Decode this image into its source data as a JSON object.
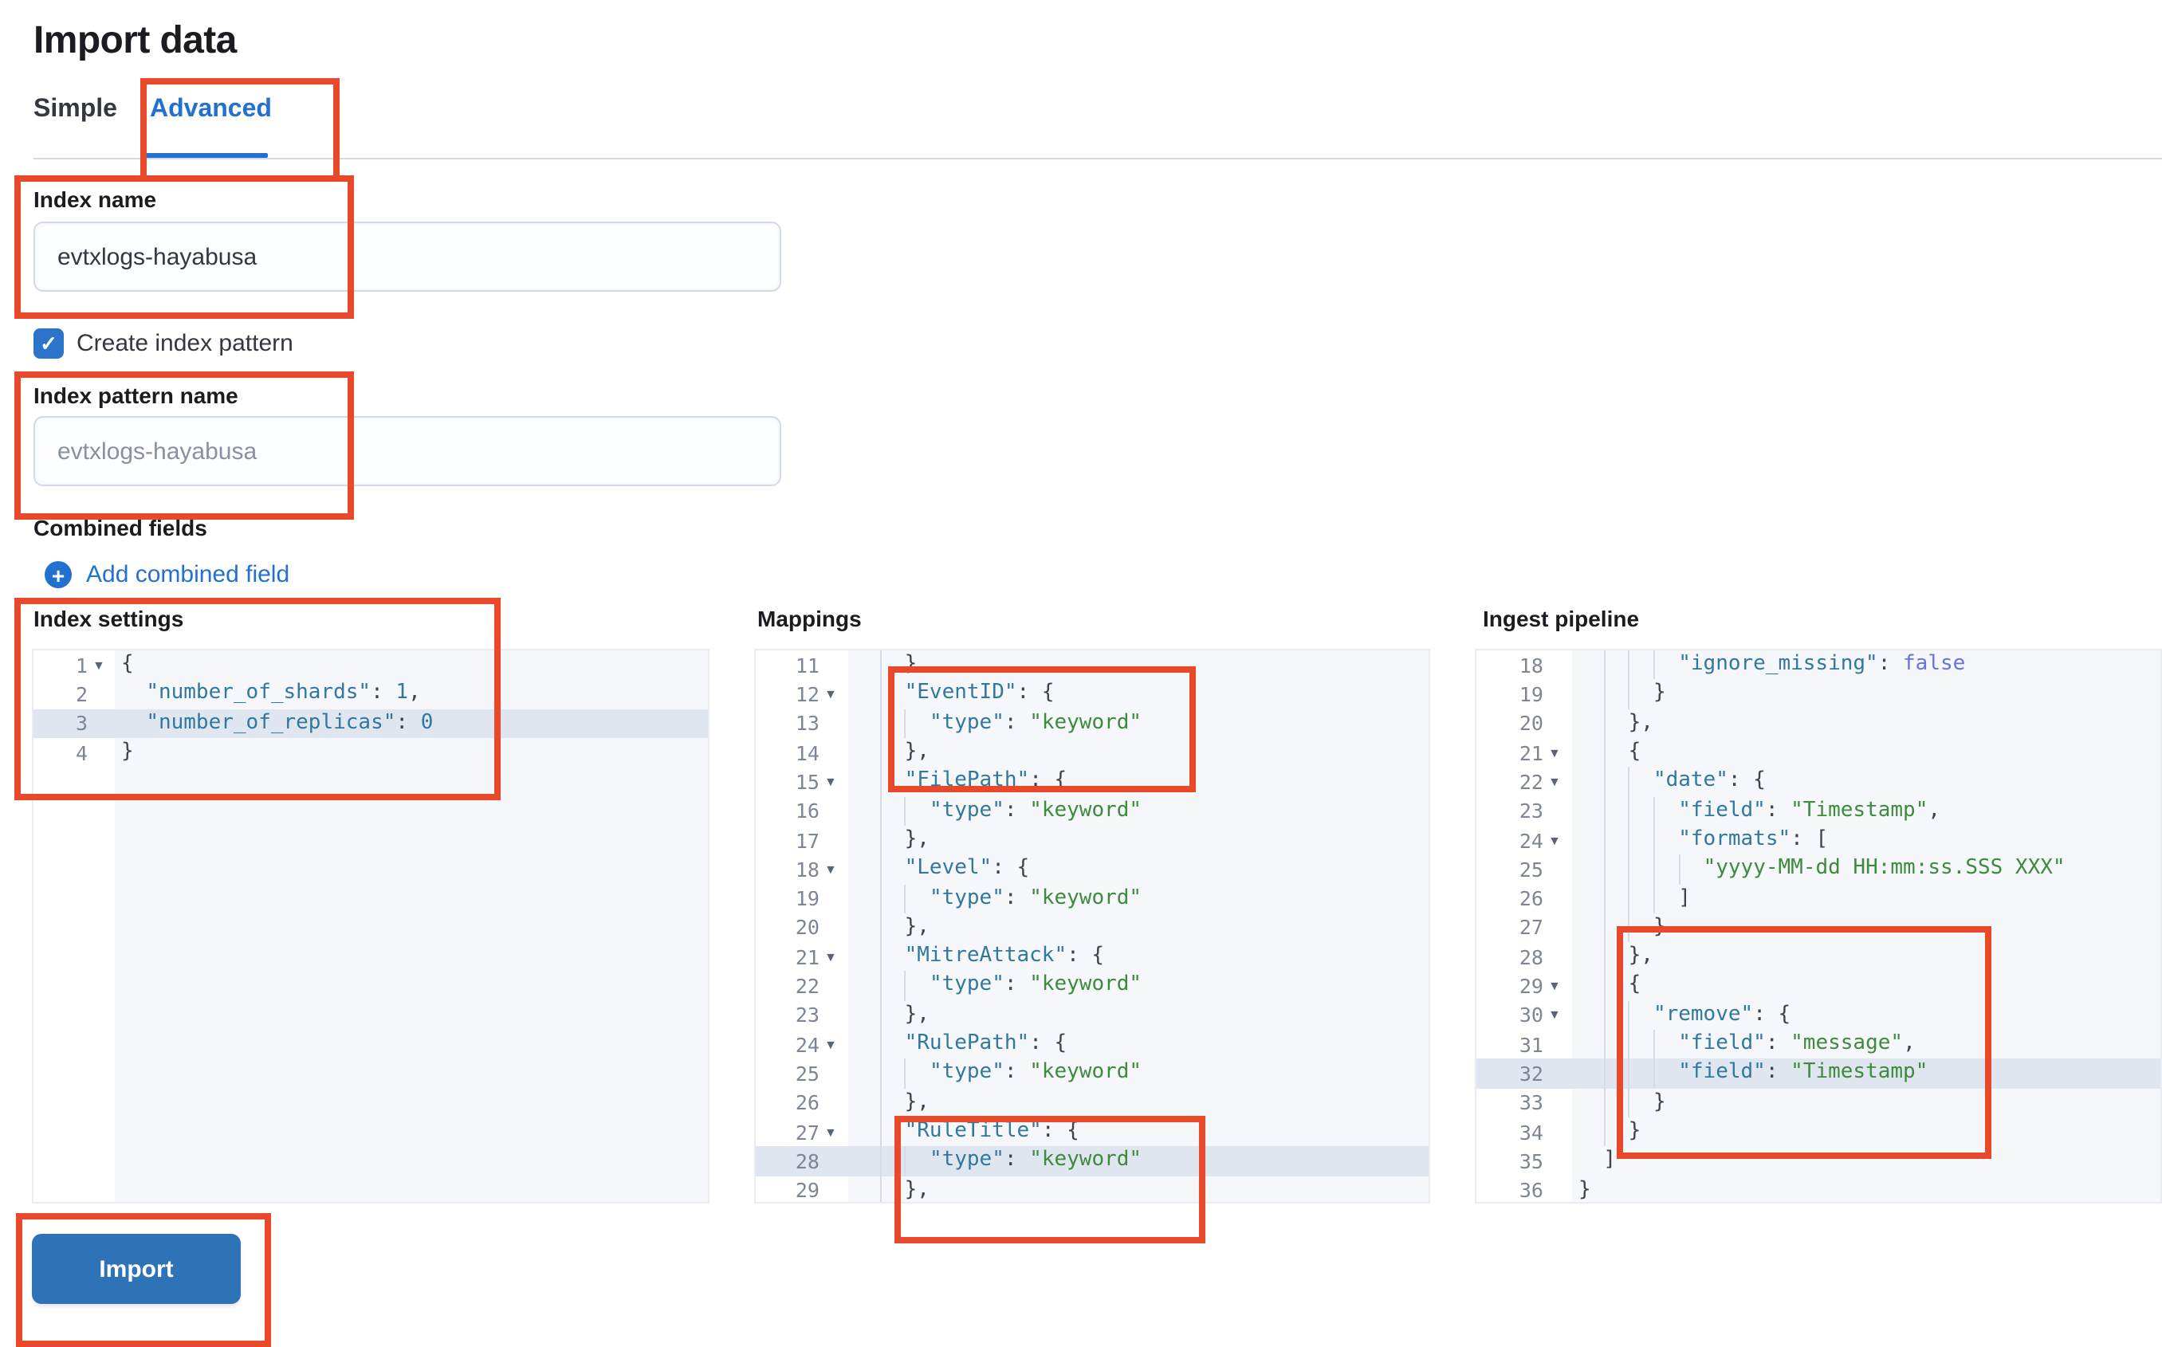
{
  "page": {
    "title": "Import data"
  },
  "tabs": [
    {
      "label": "Simple",
      "active": false
    },
    {
      "label": "Advanced",
      "active": true
    }
  ],
  "form": {
    "index_name": {
      "label": "Index name",
      "value": "evtxlogs-hayabusa"
    },
    "create_index_pattern": {
      "label": "Create index pattern",
      "checked": true,
      "check_glyph": "✓"
    },
    "index_pattern_name": {
      "label": "Index pattern name",
      "placeholder": "evtxlogs-hayabusa",
      "value": ""
    },
    "combined_fields": {
      "label": "Combined fields",
      "add_link": "Add combined field",
      "plus_glyph": "+"
    }
  },
  "import_button": {
    "label": "Import"
  },
  "colors": {
    "accent_blue": "#2270cf",
    "button_blue": "#2e72b8",
    "annotation_red": "#e8492b",
    "editor_bg": "#f5f7fa",
    "editor_highlight": "#e0e6ef",
    "key": "#31789e",
    "string": "#3d8b3d",
    "boolean": "#6673e0",
    "punctuation": "#3f434c"
  },
  "editors": [
    {
      "label": "Index settings",
      "lines": [
        {
          "n": 1,
          "f": 1,
          "h": 0,
          "i": 0,
          "t": [
            [
              "p",
              "{"
            ]
          ]
        },
        {
          "n": 2,
          "f": 0,
          "h": 0,
          "i": 1,
          "t": [
            [
              "k",
              "\"number_of_shards\""
            ],
            [
              "p",
              ": "
            ],
            [
              "n",
              "1"
            ],
            [
              "p",
              ","
            ]
          ]
        },
        {
          "n": 3,
          "f": 0,
          "h": 1,
          "i": 1,
          "t": [
            [
              "k",
              "\"number_of_replicas\""
            ],
            [
              "p",
              ": "
            ],
            [
              "n",
              "0"
            ]
          ]
        },
        {
          "n": 4,
          "f": 0,
          "h": 0,
          "i": 0,
          "t": [
            [
              "p",
              "}"
            ]
          ]
        }
      ]
    },
    {
      "label": "Mappings",
      "lines": [
        {
          "n": 11,
          "f": 0,
          "h": 0,
          "i": 2,
          "t": [
            [
              "p",
              "},"
            ]
          ]
        },
        {
          "n": 12,
          "f": 1,
          "h": 0,
          "i": 2,
          "t": [
            [
              "k",
              "\"EventID\""
            ],
            [
              "p",
              ": {"
            ]
          ]
        },
        {
          "n": 13,
          "f": 0,
          "h": 0,
          "i": 3,
          "t": [
            [
              "k",
              "\"type\""
            ],
            [
              "p",
              ": "
            ],
            [
              "s",
              "\"keyword\""
            ]
          ]
        },
        {
          "n": 14,
          "f": 0,
          "h": 0,
          "i": 2,
          "t": [
            [
              "p",
              "},"
            ]
          ]
        },
        {
          "n": 15,
          "f": 1,
          "h": 0,
          "i": 2,
          "t": [
            [
              "k",
              "\"FilePath\""
            ],
            [
              "p",
              ": {"
            ]
          ]
        },
        {
          "n": 16,
          "f": 0,
          "h": 0,
          "i": 3,
          "t": [
            [
              "k",
              "\"type\""
            ],
            [
              "p",
              ": "
            ],
            [
              "s",
              "\"keyword\""
            ]
          ]
        },
        {
          "n": 17,
          "f": 0,
          "h": 0,
          "i": 2,
          "t": [
            [
              "p",
              "},"
            ]
          ]
        },
        {
          "n": 18,
          "f": 1,
          "h": 0,
          "i": 2,
          "t": [
            [
              "k",
              "\"Level\""
            ],
            [
              "p",
              ": {"
            ]
          ]
        },
        {
          "n": 19,
          "f": 0,
          "h": 0,
          "i": 3,
          "t": [
            [
              "k",
              "\"type\""
            ],
            [
              "p",
              ": "
            ],
            [
              "s",
              "\"keyword\""
            ]
          ]
        },
        {
          "n": 20,
          "f": 0,
          "h": 0,
          "i": 2,
          "t": [
            [
              "p",
              "},"
            ]
          ]
        },
        {
          "n": 21,
          "f": 1,
          "h": 0,
          "i": 2,
          "t": [
            [
              "k",
              "\"MitreAttack\""
            ],
            [
              "p",
              ": {"
            ]
          ]
        },
        {
          "n": 22,
          "f": 0,
          "h": 0,
          "i": 3,
          "t": [
            [
              "k",
              "\"type\""
            ],
            [
              "p",
              ": "
            ],
            [
              "s",
              "\"keyword\""
            ]
          ]
        },
        {
          "n": 23,
          "f": 0,
          "h": 0,
          "i": 2,
          "t": [
            [
              "p",
              "},"
            ]
          ]
        },
        {
          "n": 24,
          "f": 1,
          "h": 0,
          "i": 2,
          "t": [
            [
              "k",
              "\"RulePath\""
            ],
            [
              "p",
              ": {"
            ]
          ]
        },
        {
          "n": 25,
          "f": 0,
          "h": 0,
          "i": 3,
          "t": [
            [
              "k",
              "\"type\""
            ],
            [
              "p",
              ": "
            ],
            [
              "s",
              "\"keyword\""
            ]
          ]
        },
        {
          "n": 26,
          "f": 0,
          "h": 0,
          "i": 2,
          "t": [
            [
              "p",
              "},"
            ]
          ]
        },
        {
          "n": 27,
          "f": 1,
          "h": 0,
          "i": 2,
          "t": [
            [
              "k",
              "\"RuleTitle\""
            ],
            [
              "p",
              ": {"
            ]
          ]
        },
        {
          "n": 28,
          "f": 0,
          "h": 1,
          "i": 3,
          "t": [
            [
              "k",
              "\"type\""
            ],
            [
              "p",
              ": "
            ],
            [
              "s",
              "\"keyword\""
            ]
          ]
        },
        {
          "n": 29,
          "f": 0,
          "h": 0,
          "i": 2,
          "t": [
            [
              "p",
              "},"
            ]
          ]
        }
      ]
    },
    {
      "label": "Ingest pipeline",
      "lines": [
        {
          "n": 18,
          "f": 0,
          "h": 0,
          "i": 4,
          "t": [
            [
              "k",
              "\"ignore_missing\""
            ],
            [
              "p",
              ": "
            ],
            [
              "b",
              "false"
            ]
          ]
        },
        {
          "n": 19,
          "f": 0,
          "h": 0,
          "i": 3,
          "t": [
            [
              "p",
              "}"
            ]
          ]
        },
        {
          "n": 20,
          "f": 0,
          "h": 0,
          "i": 2,
          "t": [
            [
              "p",
              "},"
            ]
          ]
        },
        {
          "n": 21,
          "f": 1,
          "h": 0,
          "i": 2,
          "t": [
            [
              "p",
              "{"
            ]
          ]
        },
        {
          "n": 22,
          "f": 1,
          "h": 0,
          "i": 3,
          "t": [
            [
              "k",
              "\"date\""
            ],
            [
              "p",
              ": {"
            ]
          ]
        },
        {
          "n": 23,
          "f": 0,
          "h": 0,
          "i": 4,
          "t": [
            [
              "k",
              "\"field\""
            ],
            [
              "p",
              ": "
            ],
            [
              "s",
              "\"Timestamp\""
            ],
            [
              "p",
              ","
            ]
          ]
        },
        {
          "n": 24,
          "f": 1,
          "h": 0,
          "i": 4,
          "t": [
            [
              "k",
              "\"formats\""
            ],
            [
              "p",
              ": ["
            ]
          ]
        },
        {
          "n": 25,
          "f": 0,
          "h": 0,
          "i": 5,
          "t": [
            [
              "s",
              "\"yyyy-MM-dd HH:mm:ss.SSS XXX\""
            ]
          ]
        },
        {
          "n": 26,
          "f": 0,
          "h": 0,
          "i": 4,
          "t": [
            [
              "p",
              "]"
            ]
          ]
        },
        {
          "n": 27,
          "f": 0,
          "h": 0,
          "i": 3,
          "t": [
            [
              "p",
              "}"
            ]
          ]
        },
        {
          "n": 28,
          "f": 0,
          "h": 0,
          "i": 2,
          "t": [
            [
              "p",
              "},"
            ]
          ]
        },
        {
          "n": 29,
          "f": 1,
          "h": 0,
          "i": 2,
          "t": [
            [
              "p",
              "{"
            ]
          ]
        },
        {
          "n": 30,
          "f": 1,
          "h": 0,
          "i": 3,
          "t": [
            [
              "k",
              "\"remove\""
            ],
            [
              "p",
              ": {"
            ]
          ]
        },
        {
          "n": 31,
          "f": 0,
          "h": 0,
          "i": 4,
          "t": [
            [
              "k",
              "\"field\""
            ],
            [
              "p",
              ": "
            ],
            [
              "s",
              "\"message\""
            ],
            [
              "p",
              ","
            ]
          ]
        },
        {
          "n": 32,
          "f": 0,
          "h": 1,
          "i": 4,
          "t": [
            [
              "k",
              "\"field\""
            ],
            [
              "p",
              ": "
            ],
            [
              "s",
              "\"Timestamp\""
            ]
          ]
        },
        {
          "n": 33,
          "f": 0,
          "h": 0,
          "i": 3,
          "t": [
            [
              "p",
              "}"
            ]
          ]
        },
        {
          "n": 34,
          "f": 0,
          "h": 0,
          "i": 2,
          "t": [
            [
              "p",
              "}"
            ]
          ]
        },
        {
          "n": 35,
          "f": 0,
          "h": 0,
          "i": 1,
          "t": [
            [
              "p",
              "]"
            ]
          ]
        },
        {
          "n": 36,
          "f": 0,
          "h": 0,
          "i": 0,
          "t": [
            [
              "p",
              "}"
            ]
          ]
        }
      ]
    }
  ]
}
